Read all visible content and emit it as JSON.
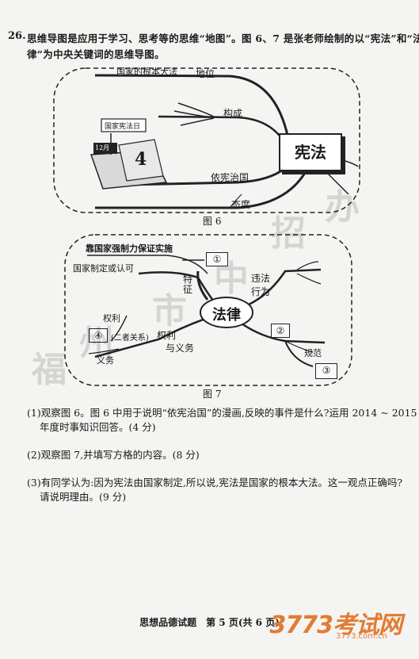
{
  "question": {
    "number": "26.",
    "line1": "思维导图是应用于学习、思考等的思维“地图”。图 6、7 是张老师绘制的以“宪法”和“法",
    "line2": "律”为中央关键词的思维导图。"
  },
  "fig6": {
    "caption": "图 6",
    "center": "宪法",
    "branches": [
      "国家的根本大法",
      "地位",
      "构成",
      "依宪治国",
      "态度"
    ],
    "cartoon_sign": "国家宪法日",
    "calendar_month": "12月",
    "calendar_day": "4"
  },
  "fig7": {
    "caption": "图 7",
    "center": "法律",
    "top_label": "靠国家强制力保证实施",
    "left_label": "国家制定或认可",
    "feature_label": "特征",
    "behavior_label": "违法行为",
    "rights_label": "权利",
    "duties_label": "义务",
    "relation_label": "(二者关系)",
    "rights_duties_label": "权利",
    "with_duties_label": "与义务",
    "norms_label": "规范",
    "blanks": [
      "①",
      "②",
      "③",
      "④"
    ]
  },
  "subquestions": [
    {
      "line1": "(1)观察图 6。图 6 中用于说明“依宪治国”的漫画,反映的事件是什么?运用 2014 ~ 2015",
      "line2": "年度时事知识回答。(4 分)"
    },
    {
      "line1": "(2)观察图 7,并填写方格的内容。(8 分)",
      "line2": ""
    },
    {
      "line1": "(3)有同学认为:因为宪法由国家制定,所以说,宪法是国家的根本大法。这一观点正确吗?",
      "line2": "请说明理由。(9 分)"
    }
  ],
  "footer": "思想品德试题　第 5 页(共 6 页)",
  "watermark": [
    "福",
    "州",
    "市",
    "中",
    "招",
    "办"
  ],
  "brand": {
    "name": "3773考试网",
    "url": "3773.com.cn"
  }
}
